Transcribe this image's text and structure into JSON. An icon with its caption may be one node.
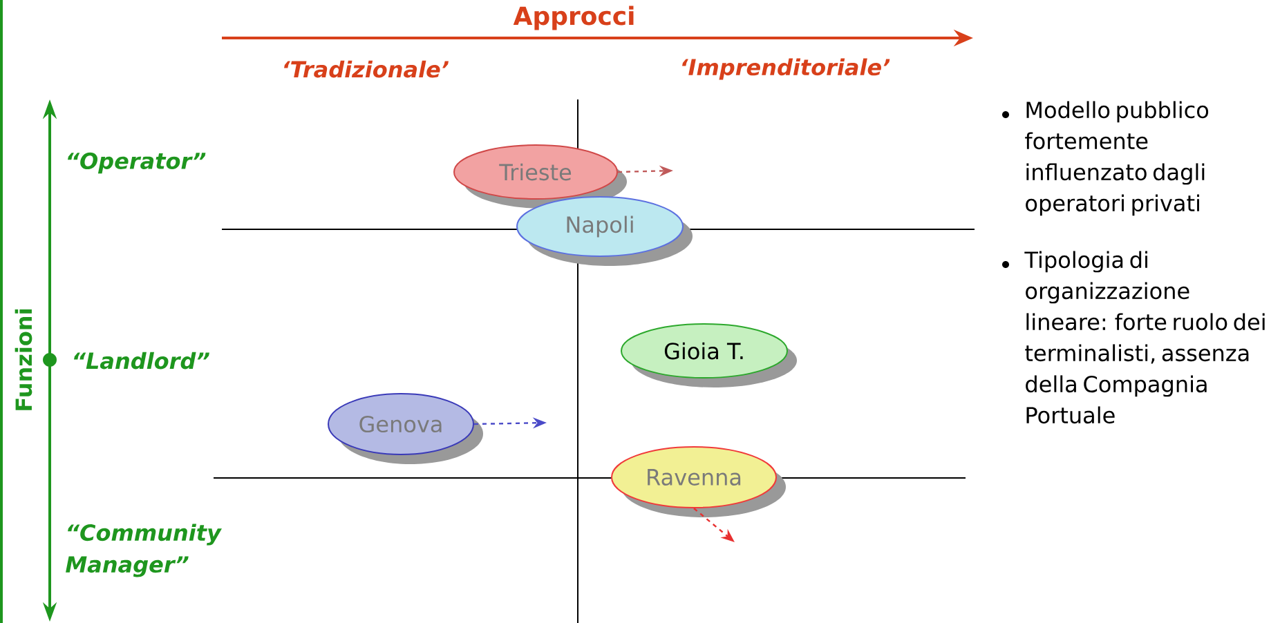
{
  "diagram": {
    "nodes": [
      {
        "text": [
          "Trieste"
        ]
      },
      {
        "text": [
          "Napoli"
        ]
      },
      {
        "text": [
          "Gioia T."
        ]
      },
      {
        "text": [
          "Genova"
        ]
      },
      {
        "text": [
          "Ravenna"
        ]
      }
    ],
    "edges": [
      {
        "from": 0,
        "to": null,
        "arrow": "to",
        "style": "dashed",
        "color": "#c05a5a"
      },
      {
        "from": 3,
        "to": null,
        "arrow": "to",
        "style": "dashed",
        "color": "#4a4ac8"
      },
      {
        "from": 4,
        "to": null,
        "arrow": "to",
        "style": "dashed",
        "color": "#e83030"
      }
    ],
    "labels": [
      "Approcci",
      "‘Tradizionale’",
      "‘Imprenditoriale’",
      "“Operator”",
      "Funzioni",
      "“Landlord”",
      "“Community Manager”",
      "Modello pubblico fortemente influenzato dagli operatori privati",
      "Tipologia di organizzazione lineare: forte ruolo dei terminalisti, assenza della Compagnia Portuale"
    ]
  }
}
